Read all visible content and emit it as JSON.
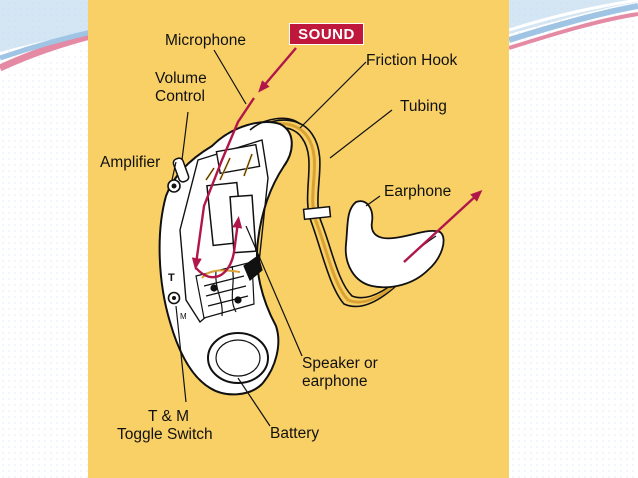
{
  "diagram": {
    "sound_tag": "SOUND",
    "labels": {
      "microphone": "Microphone",
      "volume_control_1": "Volume",
      "volume_control_2": "Control",
      "amplifier": "Amplifier",
      "friction_hook": "Friction Hook",
      "tubing": "Tubing",
      "earphone": "Earphone",
      "speaker_1": "Speaker or",
      "speaker_2": "earphone",
      "tm_switch_1": "T & M",
      "tm_switch_2": "Toggle Switch",
      "battery": "Battery",
      "device_t": "T",
      "device_m": "M"
    }
  },
  "colors": {
    "panel": "#f8d066",
    "arrow": "#b0164a",
    "sound_tag": "#c0173c",
    "device": "#ffffff",
    "outline": "#111111"
  }
}
